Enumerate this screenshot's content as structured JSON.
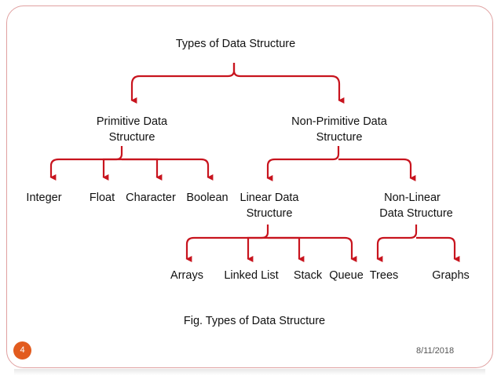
{
  "diagram": {
    "root": "Types of Data Structure",
    "primitive": {
      "line1": "Primitive Data",
      "line2": "Structure"
    },
    "non_primitive": {
      "line1": "Non-Primitive Data",
      "line2": "Structure"
    },
    "primitive_types": [
      "Integer",
      "Float",
      "Character",
      "Boolean"
    ],
    "linear": {
      "line1": "Linear Data",
      "line2": "Structure"
    },
    "non_linear": {
      "line1": "Non-Linear",
      "line2": "Data Structure"
    },
    "linear_types": [
      "Arrays",
      "Linked List",
      "Stack",
      "Queue"
    ],
    "non_linear_types": [
      "Trees",
      "Graphs"
    ],
    "caption": "Fig. Types of Data Structure",
    "connector_color": "#c8141e"
  },
  "slide": {
    "number": "4",
    "date": "8/11/2018",
    "accent_color": "#e25b1e"
  }
}
